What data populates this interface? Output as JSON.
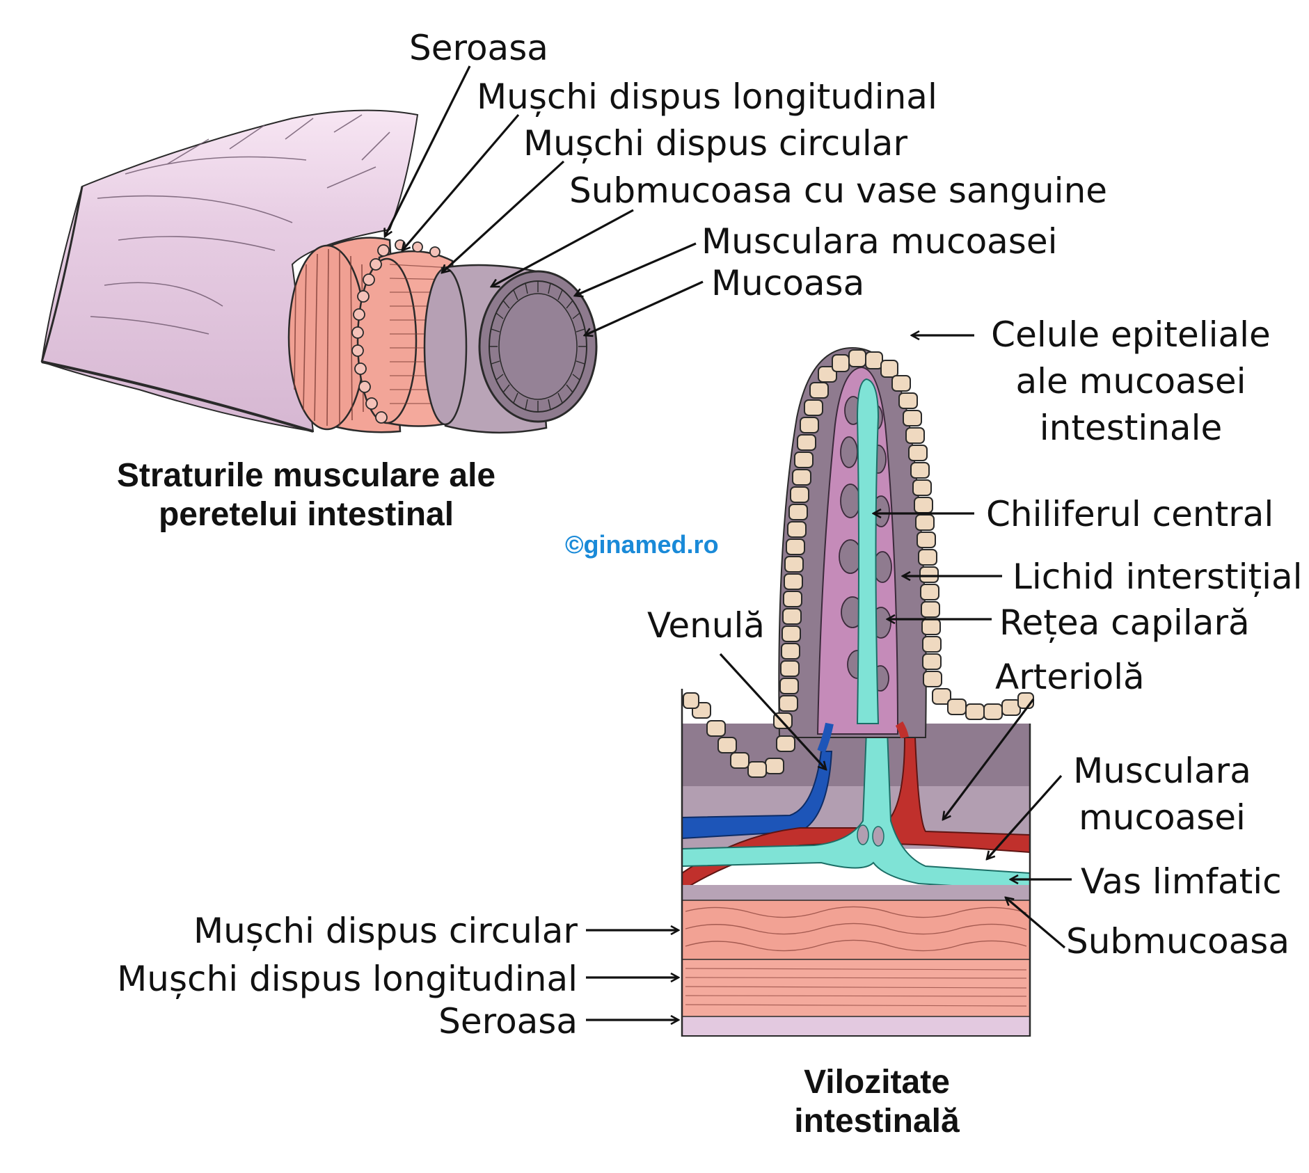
{
  "tube": {
    "title": "Straturile musculare ale\nperetelui intestinal",
    "labels": {
      "seroasa": "Seroasa",
      "muschi_longitudinal": "Mușchi dispus longitudinal",
      "muschi_circular": "Mușchi dispus circular",
      "submucoasa_vase": "Submucoasa cu vase sanguine",
      "musculara_mucoasei": "Musculara mucoasei",
      "mucoasa": "Mucoasa"
    }
  },
  "villus": {
    "title": "Vilozitate\nintestinală",
    "labels": {
      "celule_epiteliale": "Celule epiteliale\nale mucoasei\nintestinale",
      "chiliferul_central": "Chiliferul central",
      "lichid_interstitial": "Lichid interstițial",
      "retea_capilara": "Rețea capilară",
      "arteriola": "Arteriolă",
      "venula": "Venulă",
      "musculara_mucoasei": "Musculara\nmucoasei",
      "vas_limfatic": "Vas limfatic",
      "submucoasa": "Submucoasa",
      "muschi_circular": "Mușchi dispus circular",
      "muschi_longitudinal": "Mușchi dispus longitudinal",
      "seroasa": "Seroasa"
    }
  },
  "watermark": "©ginamed.ro",
  "colors": {
    "serosa_tube": "#e2c6dc",
    "muscle_pink": "#f4a89b",
    "submucosa_grey": "#b7a2b5",
    "mucosa_dark": "#8e7b8e",
    "epithelium": "#efd9c0",
    "lamina_purple": "#c58bb9",
    "lacteal_cyan": "#7fe3d6",
    "arteriole_red": "#c0302c",
    "venule_blue": "#1d55b8",
    "watermark_blue": "#1a8ad8"
  }
}
